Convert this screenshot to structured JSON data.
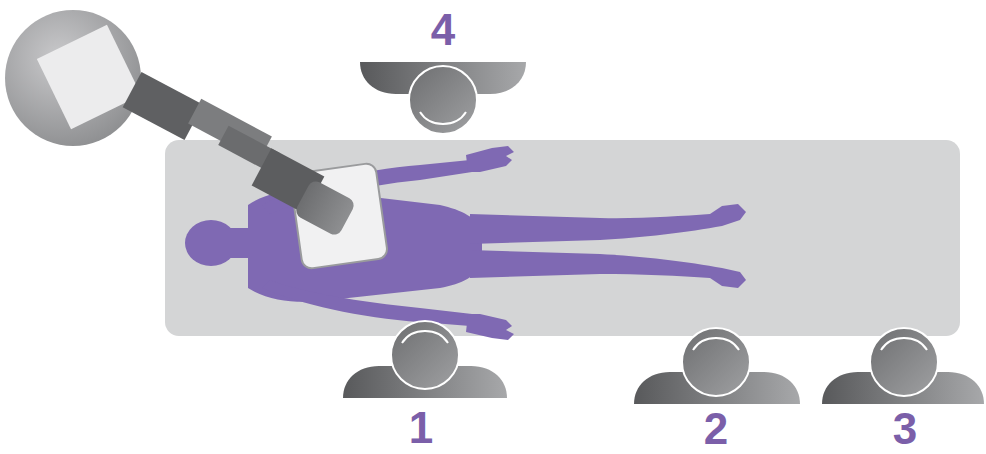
{
  "diagram": {
    "labels": [
      "4",
      "1",
      "2",
      "3"
    ]
  }
}
